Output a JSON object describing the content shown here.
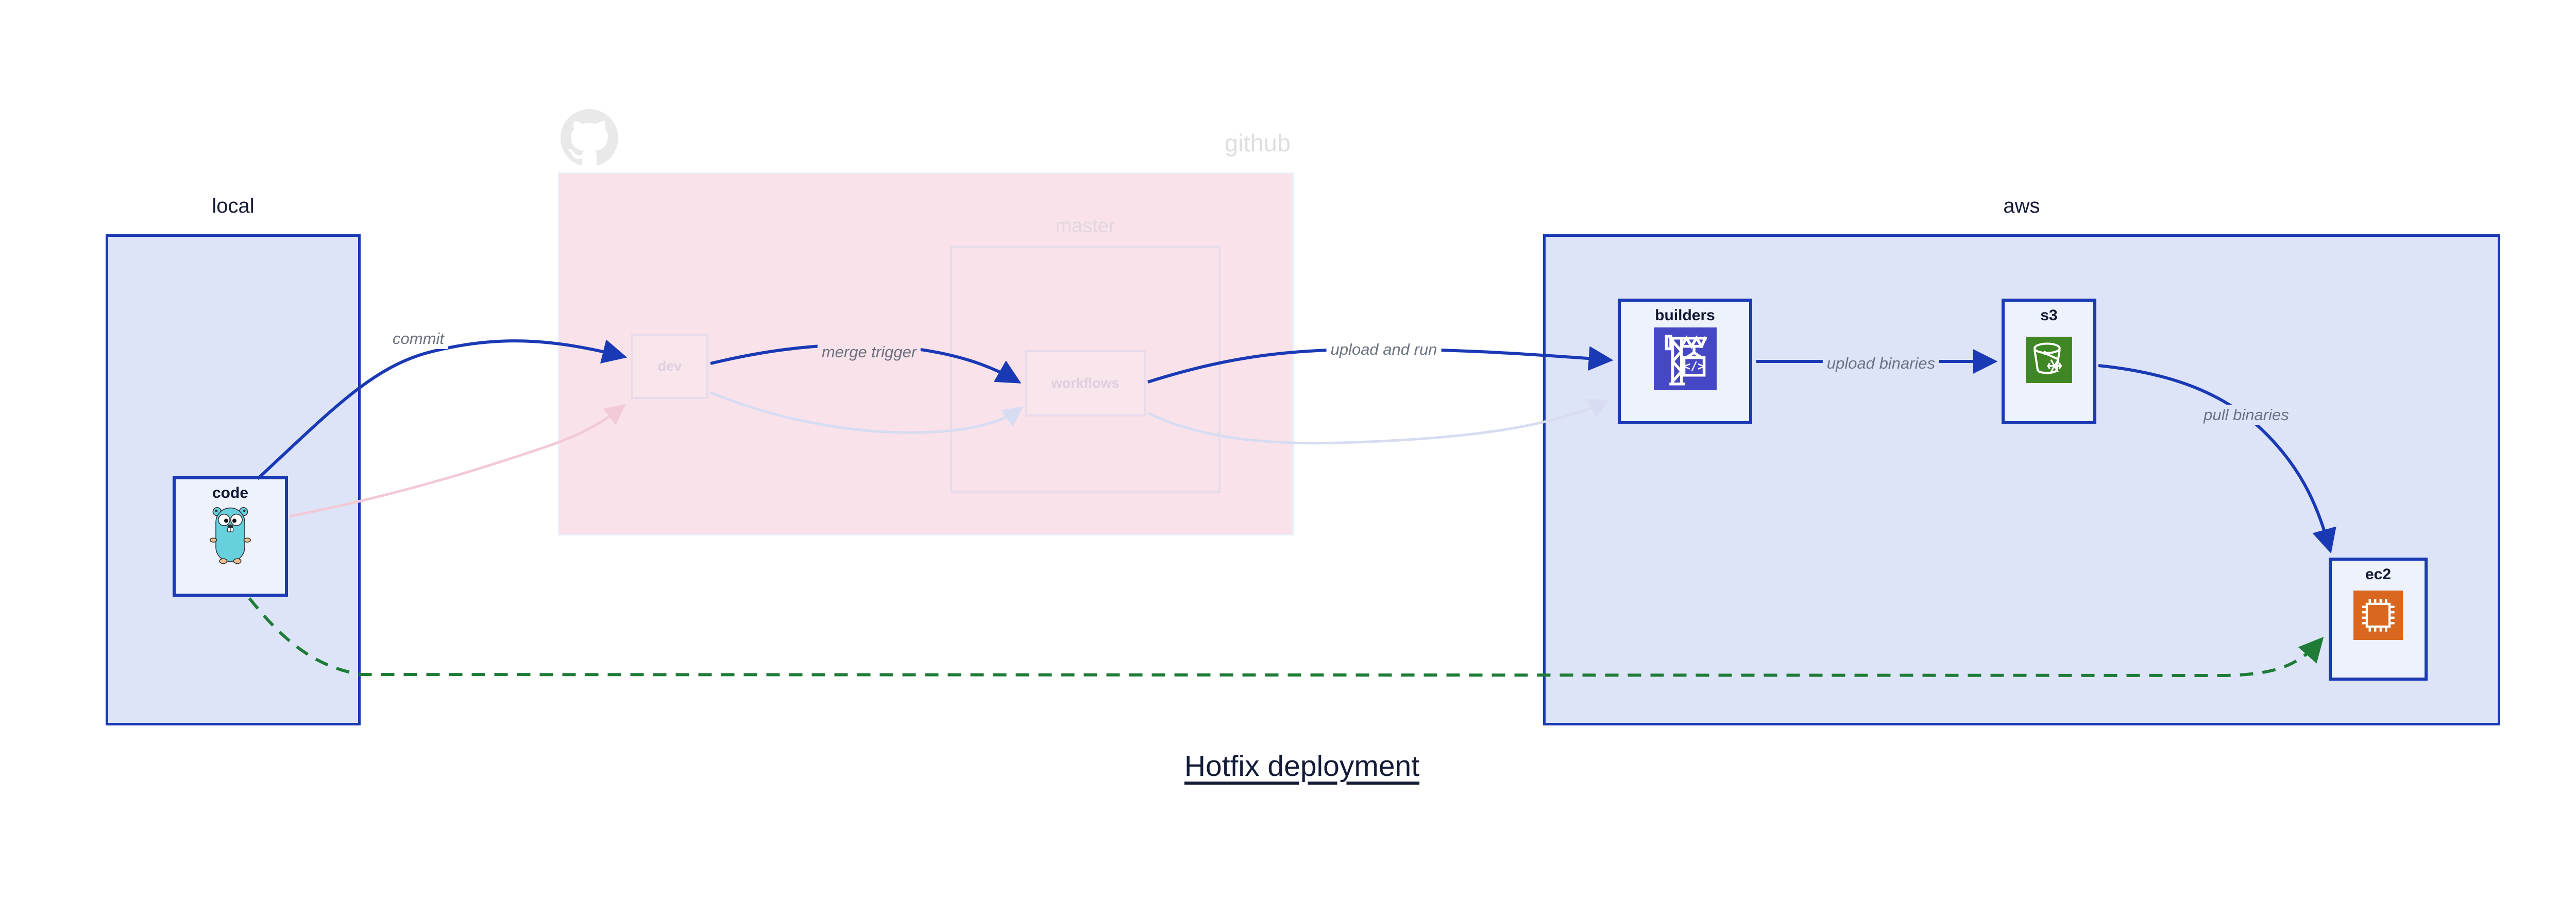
{
  "diagram": {
    "title": "Hotfix deployment",
    "groups": {
      "local": {
        "label": "local"
      },
      "github": {
        "label": "github",
        "branch_label": "master"
      },
      "aws": {
        "label": "aws"
      }
    },
    "nodes": {
      "code": {
        "label": "code",
        "icon": "go-gopher-icon"
      },
      "dev": {
        "label": "dev"
      },
      "workflows": {
        "label": "workflows"
      },
      "builders": {
        "label": "builders",
        "icon": "codebuild-crane-icon",
        "icon_glyph": "</>"
      },
      "s3": {
        "label": "s3",
        "icon": "s3-glacier-bucket-icon"
      },
      "ec2": {
        "label": "ec2",
        "icon": "ec2-chip-icon"
      }
    },
    "edges": {
      "commit": {
        "label": "commit",
        "from": "code",
        "to": "dev",
        "style": "solid-blue"
      },
      "merge_trigger": {
        "label": "merge trigger",
        "from": "dev",
        "to": "workflows",
        "style": "solid-blue"
      },
      "upload_and_run": {
        "label": "upload and run",
        "from": "workflows",
        "to": "builders",
        "style": "solid-blue"
      },
      "upload_binaries": {
        "label": "upload binaries",
        "from": "builders",
        "to": "s3",
        "style": "solid-blue"
      },
      "pull_binaries": {
        "label": "pull binaries",
        "from": "s3",
        "to": "ec2",
        "style": "solid-blue"
      },
      "faded_commit": {
        "label": "",
        "from": "code",
        "to": "dev",
        "style": "faded-pink"
      },
      "faded_merge": {
        "label": "",
        "from": "dev",
        "to": "workflows",
        "style": "faded-lavender"
      },
      "faded_upload": {
        "label": "",
        "from": "workflows",
        "to": "builders",
        "style": "faded-lavender"
      },
      "hotfix_path": {
        "label": "",
        "from": "code",
        "to": "ec2",
        "style": "dashed-green"
      }
    },
    "colors": {
      "primary_blue": "#1a39b5",
      "group_fill": "#dde4f8",
      "node_fill": "#eef2fc",
      "github_pink": "#f9e2e9",
      "faded_lavender_stroke": "#d7dcf2",
      "faded_pink_stroke": "#f2c9d6",
      "hotfix_green": "#1f7c37",
      "edge_label_gray": "#6b7280",
      "github_gray": "#dedede",
      "builders_icon_bg": "#4547c4",
      "s3_icon_bg": "#3f8624",
      "ec2_icon_bg": "#d9671f",
      "gopher_teal": "#66d1dc"
    }
  }
}
